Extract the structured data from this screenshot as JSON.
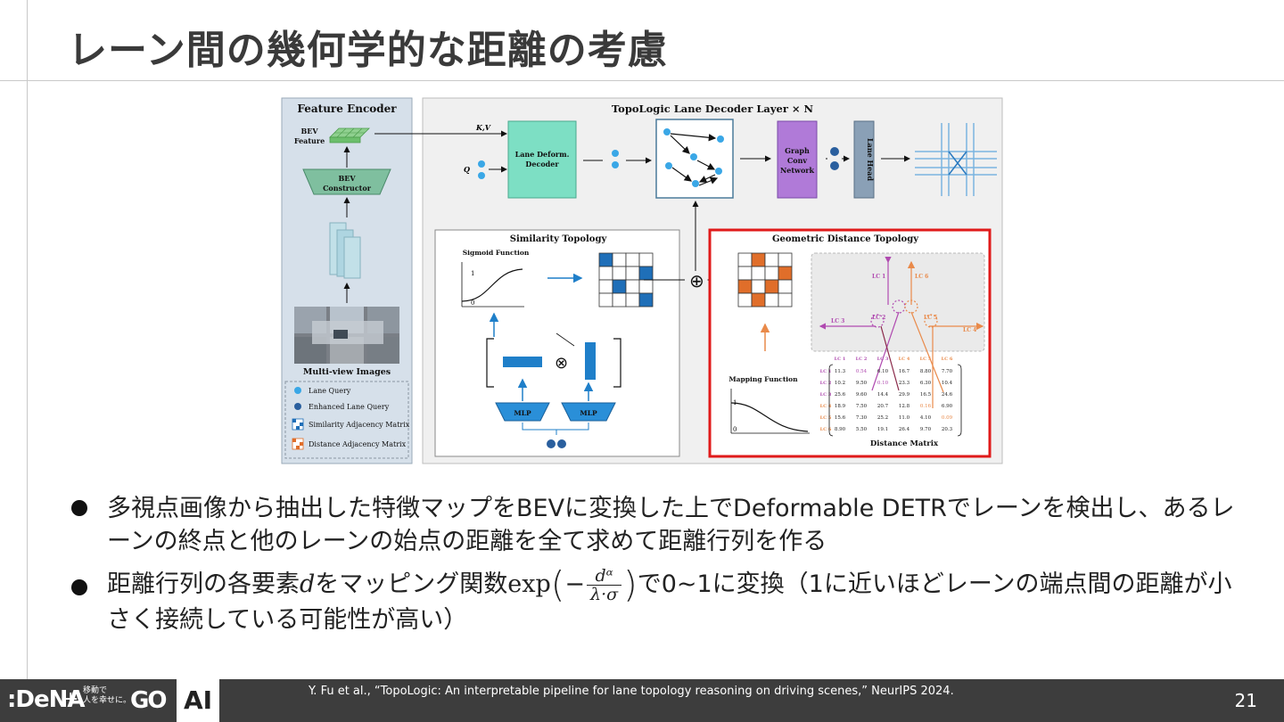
{
  "slide": {
    "title": "レーン間の幾何学的な距離の考慮",
    "page_number": "21",
    "citation": "Y. Fu et al., “TopoLogic: An interpretable pipeline for lane topology reasoning on driving scenes,” NeurIPS 2024."
  },
  "bullets": {
    "b1": "多視点画像から抽出した特徴マップをBEVに変換した上でDeformable DETRでレーンを検出し、あるレーンの終点と他のレーンの始点の距離を全て求めて距離行列を作る",
    "b2_pre": "距離行列の各要素",
    "b2_var": "d",
    "b2_mid": "をマッピング関数",
    "b2_exp": "exp",
    "b2_minus": "−",
    "b2_num": "dᵅ",
    "b2_den": "λ·σ",
    "b2_post": "で0~1に変換（1に近いほどレーンの端点間の距離が小さく接続している可能性が高い）"
  },
  "footer": {
    "dena": ":DeNA",
    "plus": "+",
    "small_line1": "移動で",
    "small_line2": "人を幸せに。",
    "go": "GO",
    "ai": "AI"
  },
  "figure": {
    "feature_encoder": "Feature Encoder",
    "bev_feature_1": "BEV",
    "bev_feature_2": "Feature",
    "bev_constructor_1": "BEV",
    "bev_constructor_2": "Constructor",
    "multiview": "Multi-view Images",
    "legend": [
      "Lane Query",
      "Enhanced Lane Query",
      "Similarity Adjacency Matrix",
      "Distance Adjacency Matrix"
    ],
    "decoder_title": "TopoLogic Lane Decoder Layer × N",
    "kv": "K,V",
    "q": "Q",
    "lane_deform_1": "Lane Deform.",
    "lane_deform_2": "Decoder",
    "graph_1": "Graph",
    "graph_2": "Conv",
    "graph_3": "Network",
    "lane_head": "Lane Head",
    "similarity_title": "Similarity Topology",
    "sigmoid": "Sigmoid Function",
    "sig_one": "1",
    "sig_zero": "0",
    "mlp": "MLP",
    "geometric_title": "Geometric Distance Topology",
    "mapping": "Mapping Function",
    "map_one": "1",
    "map_zero": "0",
    "distance_matrix": "Distance Matrix",
    "lc_labels": [
      "LC 1",
      "LC 2",
      "LC 3",
      "LC 4",
      "LC 5",
      "LC 6"
    ],
    "matrix_rows": [
      [
        "11.3",
        "0.54",
        "6.10",
        "16.7",
        "8.80",
        "7.70"
      ],
      [
        "10.2",
        "9.50",
        "0.10",
        "23.3",
        "6.30",
        "10.4"
      ],
      [
        "25.6",
        "9.60",
        "14.4",
        "29.9",
        "16.5",
        "24.6"
      ],
      [
        "18.9",
        "7.50",
        "20.7",
        "12.8",
        "0.16",
        "6.90"
      ],
      [
        "15.6",
        "7.30",
        "25.2",
        "11.0",
        "4.10",
        "0.09"
      ],
      [
        "8.90",
        "5.50",
        "19.1",
        "26.4",
        "9.70",
        "20.3"
      ]
    ]
  }
}
